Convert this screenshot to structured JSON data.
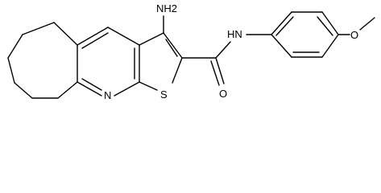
{
  "atom_labels": {
    "amine": "NH2",
    "amide_nh": "HN",
    "carbonyl_o": "O",
    "pyridine_n": "N",
    "thiophene_s": "S",
    "methoxy_o": "O"
  }
}
